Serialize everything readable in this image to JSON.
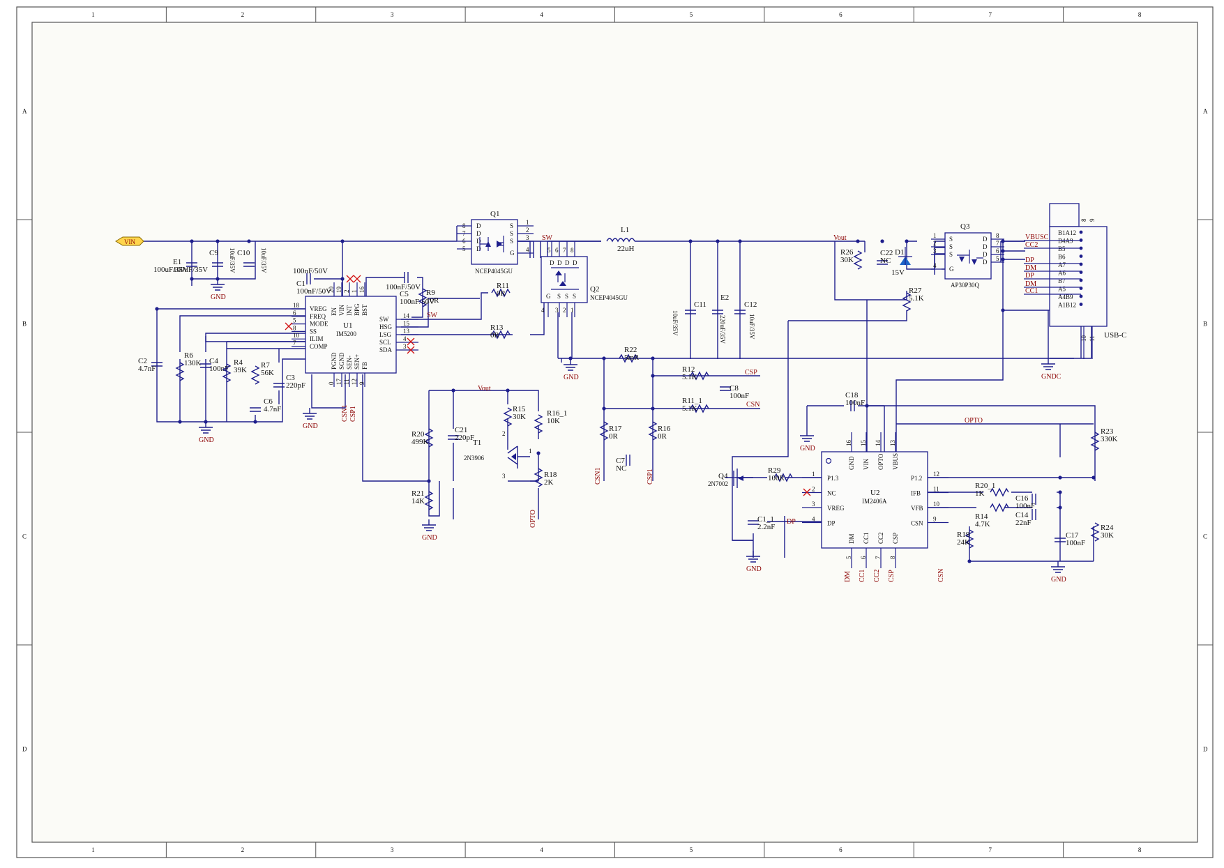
{
  "frame": {
    "columns": [
      "1",
      "2",
      "3",
      "4",
      "5",
      "6",
      "7",
      "8"
    ],
    "rows": [
      "A",
      "B",
      "C",
      "D"
    ]
  },
  "ics": {
    "u1": {
      "ref": "U1",
      "part": "IM5200",
      "left_pins": [
        {
          "n": "18",
          "name": "VREG"
        },
        {
          "n": "6",
          "name": "FREQ"
        },
        {
          "n": "5",
          "name": "MODE"
        },
        {
          "n": "8",
          "name": "SS"
        },
        {
          "n": "10",
          "name": "ILIM"
        },
        {
          "n": "7",
          "name": "COMP"
        }
      ],
      "right_pins": [
        {
          "n": "14",
          "name": "SW"
        },
        {
          "n": "15",
          "name": "HSG"
        },
        {
          "n": "13",
          "name": "LSG"
        },
        {
          "n": "4",
          "name": "SCL"
        },
        {
          "n": "3",
          "name": "SDA"
        }
      ],
      "top_pins": [
        {
          "n": "20",
          "name": "EN"
        },
        {
          "n": "19",
          "name": "VIN"
        },
        {
          "n": "2",
          "name": "INT"
        },
        {
          "n": "1",
          "name": "BPG"
        },
        {
          "n": "16",
          "name": "BST"
        }
      ],
      "bottom_pins": [
        {
          "n": "0",
          "name": "PGND"
        },
        {
          "n": "17",
          "name": "SGND"
        },
        {
          "n": "11",
          "name": "SEN-"
        },
        {
          "n": "12",
          "name": "SEN+"
        },
        {
          "n": "9",
          "name": "FB"
        }
      ]
    },
    "u2": {
      "ref": "U2",
      "part": "IM2406A",
      "left_pins": [
        {
          "n": "1",
          "name": "P1.3"
        },
        {
          "n": "2",
          "name": "NC"
        },
        {
          "n": "3",
          "name": "VREG"
        },
        {
          "n": "4",
          "name": "DP"
        }
      ],
      "right_pins": [
        {
          "n": "12",
          "name": "P1.2"
        },
        {
          "n": "11",
          "name": "IFB"
        },
        {
          "n": "10",
          "name": "VFB"
        },
        {
          "n": "9",
          "name": "CSN"
        }
      ],
      "top_pins": [
        {
          "n": "16",
          "name": "GND"
        },
        {
          "n": "15",
          "name": "VIN"
        },
        {
          "n": "14",
          "name": "OPTO"
        },
        {
          "n": "13",
          "name": "VBUS"
        }
      ],
      "bottom_pins": [
        {
          "n": "5",
          "name": "DM"
        },
        {
          "n": "6",
          "name": "CC1"
        },
        {
          "n": "7",
          "name": "CC2"
        },
        {
          "n": "8",
          "name": "CSP"
        }
      ]
    },
    "usb": {
      "name": "USB-C",
      "pins": [
        "B1A12",
        "B4A9",
        "B5",
        "B6",
        "A7",
        "A6",
        "B7",
        "A5",
        "A4B9",
        "A1B12"
      ],
      "nets": [
        "VBUSC",
        "CC2",
        "DP",
        "DM",
        "DP",
        "DM",
        "CC1"
      ],
      "top_pins": [
        "8",
        "9"
      ],
      "bottom_pins": [
        "10",
        "11"
      ]
    }
  },
  "transistors": {
    "q1": {
      "ref": "Q1",
      "part": "NCEP4045GU",
      "left_pins": [
        "8",
        "7",
        "6",
        "5"
      ],
      "right_pins": [
        "1",
        "2",
        "3",
        "4"
      ],
      "d": "D",
      "s": "S",
      "g": "G"
    },
    "q2": {
      "ref": "Q2",
      "part": "NCEP4045GU",
      "top_pins": [
        "5",
        "6",
        "7",
        "8"
      ],
      "bottom_pins": [
        "3",
        "2",
        "1"
      ],
      "side_pin": "4",
      "g": "G"
    },
    "q3": {
      "ref": "Q3",
      "part": "AP30P30Q",
      "left_pins": [
        "1",
        "2",
        "3",
        "4"
      ],
      "right_pins": [
        "8",
        "7",
        "6",
        "5"
      ]
    },
    "q4": {
      "ref": "Q4",
      "part": "2N7002"
    },
    "t1": {
      "ref": "T1",
      "part": "2N3906",
      "pins": [
        "1",
        "2",
        "3"
      ]
    }
  },
  "components": [
    {
      "ref": "E1",
      "value": "100uF/35V"
    },
    {
      "ref": "C9",
      "value": "10uF/35V"
    },
    {
      "ref": "C10",
      "value": "10uF/35V"
    },
    {
      "ref": "C1",
      "value": "100nF/50V"
    },
    {
      "ref": "C5",
      "value": "100nF/50V"
    },
    {
      "ref": "R9",
      "value": "10R"
    },
    {
      "ref": "R11",
      "value": "0R"
    },
    {
      "ref": "R13",
      "value": "0R"
    },
    {
      "ref": "L1",
      "value": "22uH"
    },
    {
      "ref": "C11",
      "value": "10uF/35V"
    },
    {
      "ref": "E2",
      "value": "220uF/35V"
    },
    {
      "ref": "C12",
      "value": "10uF/35V"
    },
    {
      "ref": "R22",
      "value": "5mR"
    },
    {
      "ref": "R12",
      "value": "5.1K"
    },
    {
      "ref": "C8",
      "value": "100nF"
    },
    {
      "ref": "R11_1",
      "value": "5.1K"
    },
    {
      "ref": "R17",
      "value": "0R"
    },
    {
      "ref": "R16",
      "value": "0R"
    },
    {
      "ref": "C7",
      "value": "NC"
    },
    {
      "ref": "C2",
      "value": "4.7nF"
    },
    {
      "ref": "R6",
      "value": "130K"
    },
    {
      "ref": "C4",
      "value": "100nF"
    },
    {
      "ref": "R4",
      "value": "39K"
    },
    {
      "ref": "R7",
      "value": "56K"
    },
    {
      "ref": "C3",
      "value": "220pF"
    },
    {
      "ref": "C6",
      "value": "4.7nF"
    },
    {
      "ref": "R20",
      "value": "499K"
    },
    {
      "ref": "C21",
      "value": "220pF"
    },
    {
      "ref": "R21",
      "value": "14K"
    },
    {
      "ref": "R15",
      "value": "30K"
    },
    {
      "ref": "R16_1",
      "value": "10K"
    },
    {
      "ref": "R18",
      "value": "2K"
    },
    {
      "ref": "R26",
      "value": "30K"
    },
    {
      "ref": "C22",
      "value": "NC"
    },
    {
      "ref": "D1",
      "value": "15V"
    },
    {
      "ref": "R27",
      "value": "5.1K"
    },
    {
      "ref": "C18",
      "value": "100nF"
    },
    {
      "ref": "R29",
      "value": "100R"
    },
    {
      "ref": "C1_1",
      "value": "2.2nF"
    },
    {
      "ref": "R20_1",
      "value": "1K"
    },
    {
      "ref": "C16",
      "value": "100nF"
    },
    {
      "ref": "R14",
      "value": "4.7K"
    },
    {
      "ref": "C14",
      "value": "22nF"
    },
    {
      "ref": "R19",
      "value": "24K"
    },
    {
      "ref": "C17",
      "value": "100nF"
    },
    {
      "ref": "R23",
      "value": "330K"
    },
    {
      "ref": "R24",
      "value": "30K"
    }
  ],
  "nets": {
    "vin": "VIN",
    "sw": "SW",
    "vout": "Vout",
    "csp": "CSP",
    "csn": "CSN",
    "csn1": "CSN1",
    "csp1": "CSP1",
    "opto": "OPTO",
    "dp": "DP",
    "dm": "DM",
    "cc1": "CC1",
    "cc2": "CC2",
    "gnd": "GND",
    "gndc": "GNDC"
  }
}
